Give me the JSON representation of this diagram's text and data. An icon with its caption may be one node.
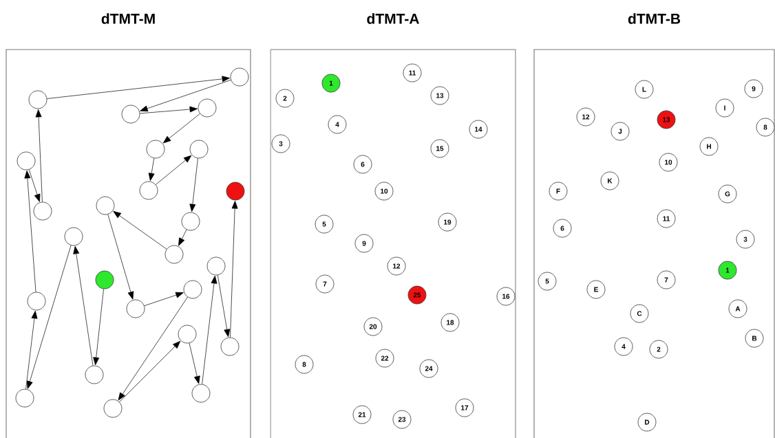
{
  "diagram": {
    "nodes": [
      {
        "text": [
          "dTMT-M"
        ]
      },
      {
        "text": [],
        "shape": "circle",
        "in": 0
      },
      {
        "text": [],
        "shape": "circle",
        "in": 0
      },
      {
        "text": [],
        "shape": "circle",
        "in": 0
      },
      {
        "text": [],
        "shape": "circle",
        "in": 0
      },
      {
        "text": [],
        "shape": "circle",
        "in": 0
      },
      {
        "text": [],
        "shape": "circle",
        "in": 0
      },
      {
        "text": [],
        "shape": "circle",
        "in": 0
      },
      {
        "text": [],
        "shape": "circle",
        "in": 0
      },
      {
        "text": [],
        "shape": "circle",
        "in": 0
      },
      {
        "text": [],
        "shape": "circle",
        "in": 0
      },
      {
        "text": [],
        "shape": "circle",
        "in": 0
      },
      {
        "text": [],
        "shape": "circle",
        "in": 0
      },
      {
        "text": [],
        "shape": "circle",
        "in": 0
      },
      {
        "text": [],
        "shape": "circle",
        "in": 0
      },
      {
        "text": [],
        "shape": "circle",
        "in": 0
      },
      {
        "text": [],
        "shape": "circle",
        "in": 0
      },
      {
        "text": [],
        "shape": "circle",
        "in": 0
      },
      {
        "text": [],
        "shape": "circle",
        "in": 0
      },
      {
        "text": [],
        "shape": "circle",
        "in": 0
      },
      {
        "text": [],
        "shape": "circle",
        "in": 0
      },
      {
        "text": [],
        "shape": "circle",
        "in": 0
      },
      {
        "text": [],
        "shape": "circle",
        "in": 0
      },
      {
        "text": [],
        "shape": "circle",
        "in": 0
      },
      {
        "text": [],
        "shape": "circle",
        "in": 0
      },
      {
        "text": [],
        "shape": "circle",
        "in": 0
      },
      {
        "text": [
          "dTMT-A"
        ]
      },
      {
        "text": [
          "1"
        ],
        "in": 26
      },
      {
        "text": [
          "2"
        ],
        "in": 26
      },
      {
        "text": [
          "3"
        ],
        "in": 26
      },
      {
        "text": [
          "4"
        ],
        "in": 26
      },
      {
        "text": [
          "5"
        ],
        "in": 26
      },
      {
        "text": [
          "6"
        ],
        "in": 26
      },
      {
        "text": [
          "7"
        ],
        "in": 26
      },
      {
        "text": [
          "8"
        ],
        "in": 26
      },
      {
        "text": [
          "9"
        ],
        "in": 26
      },
      {
        "text": [
          "10"
        ],
        "in": 26
      },
      {
        "text": [
          "11"
        ],
        "in": 26
      },
      {
        "text": [
          "12"
        ],
        "in": 26
      },
      {
        "text": [
          "13"
        ],
        "in": 26
      },
      {
        "text": [
          "14"
        ],
        "in": 26
      },
      {
        "text": [
          "15"
        ],
        "in": 26
      },
      {
        "text": [
          "16"
        ],
        "in": 26
      },
      {
        "text": [
          "17"
        ],
        "in": 26
      },
      {
        "text": [
          "18"
        ],
        "in": 26
      },
      {
        "text": [
          "19"
        ],
        "in": 26
      },
      {
        "text": [
          "20"
        ],
        "in": 26
      },
      {
        "text": [
          "21"
        ],
        "in": 26
      },
      {
        "text": [
          "22"
        ],
        "in": 26
      },
      {
        "text": [
          "23"
        ],
        "in": 26
      },
      {
        "text": [
          "24"
        ],
        "in": 26
      },
      {
        "text": [
          "25"
        ],
        "in": 26
      },
      {
        "text": [
          "dTMT-B"
        ]
      },
      {
        "text": [
          "9"
        ],
        "in": 52
      },
      {
        "text": [
          "L"
        ],
        "in": 52
      },
      {
        "text": [
          "I"
        ],
        "in": 52
      },
      {
        "text": [
          "12"
        ],
        "in": 52
      },
      {
        "text": [
          "13"
        ],
        "in": 52
      },
      {
        "text": [
          "8"
        ],
        "in": 52
      },
      {
        "text": [
          "J"
        ],
        "in": 52
      },
      {
        "text": [
          "H"
        ],
        "in": 52
      },
      {
        "text": [
          "10"
        ],
        "in": 52
      },
      {
        "text": [
          "K"
        ],
        "in": 52
      },
      {
        "text": [
          "F"
        ],
        "in": 52
      },
      {
        "text": [
          "G"
        ],
        "in": 52
      },
      {
        "text": [
          "11"
        ],
        "in": 52
      },
      {
        "text": [
          "6"
        ],
        "in": 52
      },
      {
        "text": [
          "3"
        ],
        "in": 52
      },
      {
        "text": [
          "1"
        ],
        "in": 52
      },
      {
        "text": [
          "7"
        ],
        "in": 52
      },
      {
        "text": [
          "5"
        ],
        "in": 52
      },
      {
        "text": [
          "E"
        ],
        "in": 52
      },
      {
        "text": [
          "A"
        ],
        "in": 52
      },
      {
        "text": [
          "C"
        ],
        "in": 52
      },
      {
        "text": [
          "B"
        ],
        "in": 52
      },
      {
        "text": [
          "4"
        ],
        "in": 52
      },
      {
        "text": [
          "2"
        ],
        "in": 52
      },
      {
        "text": [
          "D"
        ],
        "in": 52
      }
    ],
    "edges": [
      {
        "from": 16,
        "to": 22,
        "arrow": "to"
      },
      {
        "from": 22,
        "to": 13,
        "arrow": "to"
      },
      {
        "from": 13,
        "to": 24,
        "arrow": "to"
      },
      {
        "from": 24,
        "to": 18,
        "arrow": "to"
      },
      {
        "from": 18,
        "to": 7,
        "arrow": "to"
      },
      {
        "from": 7,
        "to": 11,
        "arrow": "to"
      },
      {
        "from": 11,
        "to": 2,
        "arrow": "to"
      },
      {
        "from": 2,
        "to": 1,
        "arrow": "to"
      },
      {
        "from": 1,
        "to": 4,
        "arrow": "to"
      },
      {
        "from": 4,
        "to": 3,
        "arrow": "to"
      },
      {
        "from": 3,
        "to": 5,
        "arrow": "to"
      },
      {
        "from": 5,
        "to": 8,
        "arrow": "to"
      },
      {
        "from": 8,
        "to": 6,
        "arrow": "to"
      },
      {
        "from": 6,
        "to": 12,
        "arrow": "to"
      },
      {
        "from": 12,
        "to": 14,
        "arrow": "to"
      },
      {
        "from": 14,
        "to": 10,
        "arrow": "to"
      },
      {
        "from": 10,
        "to": 19,
        "arrow": "to"
      },
      {
        "from": 19,
        "to": 17,
        "arrow": "to"
      },
      {
        "from": 17,
        "to": 25,
        "arrow": "to"
      },
      {
        "from": 25,
        "to": 20,
        "arrow": "to"
      },
      {
        "from": 20,
        "to": 23,
        "arrow": "to"
      },
      {
        "from": 23,
        "to": 15,
        "arrow": "to"
      },
      {
        "from": 15,
        "to": 21,
        "arrow": "to"
      },
      {
        "from": 21,
        "to": 9,
        "arrow": "to"
      }
    ]
  }
}
